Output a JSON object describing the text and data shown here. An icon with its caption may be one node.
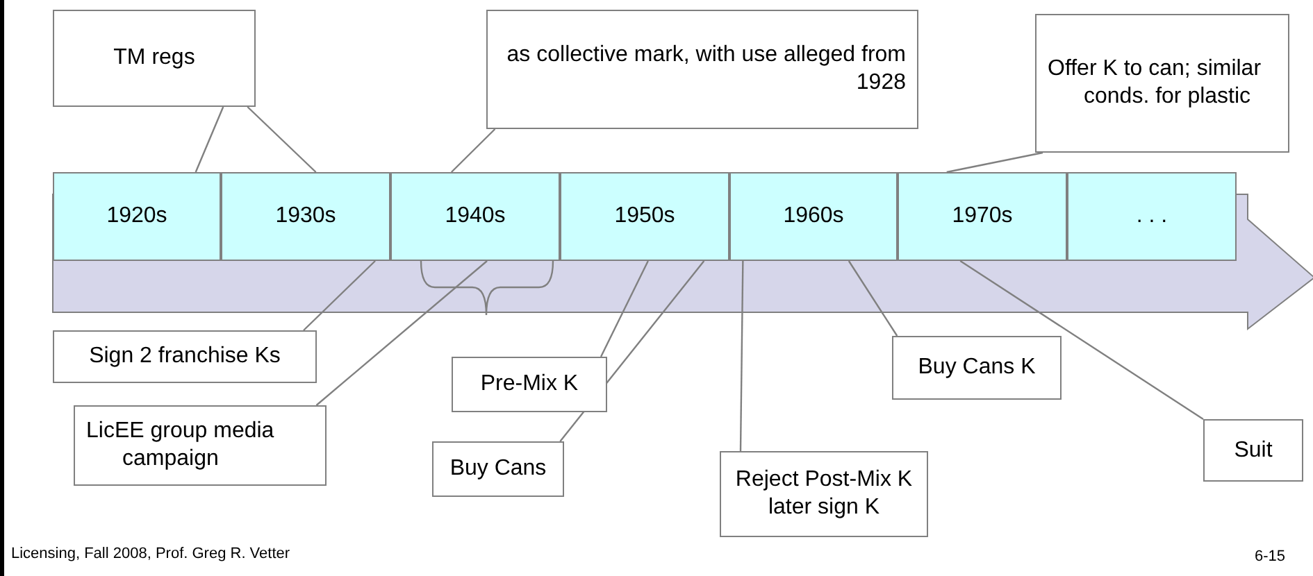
{
  "diagram": {
    "nodes": [
      {
        "text": [
          "TM regs"
        ]
      },
      {
        "text": [
          "as collective mark, with use alleged from 1928"
        ]
      },
      {
        "text": [
          "Offer K to can; similar conds. for plastic"
        ]
      },
      {
        "text": [
          "1920s"
        ]
      },
      {
        "text": [
          "1930s"
        ]
      },
      {
        "text": [
          "1940s"
        ]
      },
      {
        "text": [
          "1950s"
        ]
      },
      {
        "text": [
          "1960s"
        ]
      },
      {
        "text": [
          "1970s"
        ]
      },
      {
        "text": [
          ". . ."
        ]
      },
      {
        "text": [
          "Sign 2 franchise Ks"
        ]
      },
      {
        "text": [
          "Buy Cans K"
        ]
      },
      {
        "text": [
          "Pre-Mix K"
        ]
      },
      {
        "text": [
          "LicEE group media campaign"
        ]
      },
      {
        "text": [
          "Suit"
        ]
      },
      {
        "text": [
          "Buy Cans"
        ]
      },
      {
        "text": [
          "Reject Post-Mix K later sign K"
        ]
      }
    ],
    "edges": [
      {
        "from": 0,
        "to": 3,
        "arrow": "none"
      },
      {
        "from": 0,
        "to": 4,
        "arrow": "none"
      },
      {
        "from": 1,
        "to": 5,
        "arrow": "none"
      },
      {
        "from": 2,
        "to": 8,
        "arrow": "none"
      },
      {
        "from": 10,
        "to": 4,
        "arrow": "none"
      },
      {
        "from": 13,
        "to": 5,
        "arrow": "none"
      },
      {
        "from": 12,
        "to": 6,
        "arrow": "none"
      },
      {
        "from": 15,
        "to": 6,
        "arrow": "none"
      },
      {
        "from": 16,
        "to": 7,
        "arrow": "none"
      },
      {
        "from": 11,
        "to": 7,
        "arrow": "none"
      },
      {
        "from": 14,
        "to": 8,
        "arrow": "none"
      }
    ],
    "labels": [
      "Licensing, Fall 2008, Prof. Greg R. Vetter",
      "6-15"
    ]
  }
}
